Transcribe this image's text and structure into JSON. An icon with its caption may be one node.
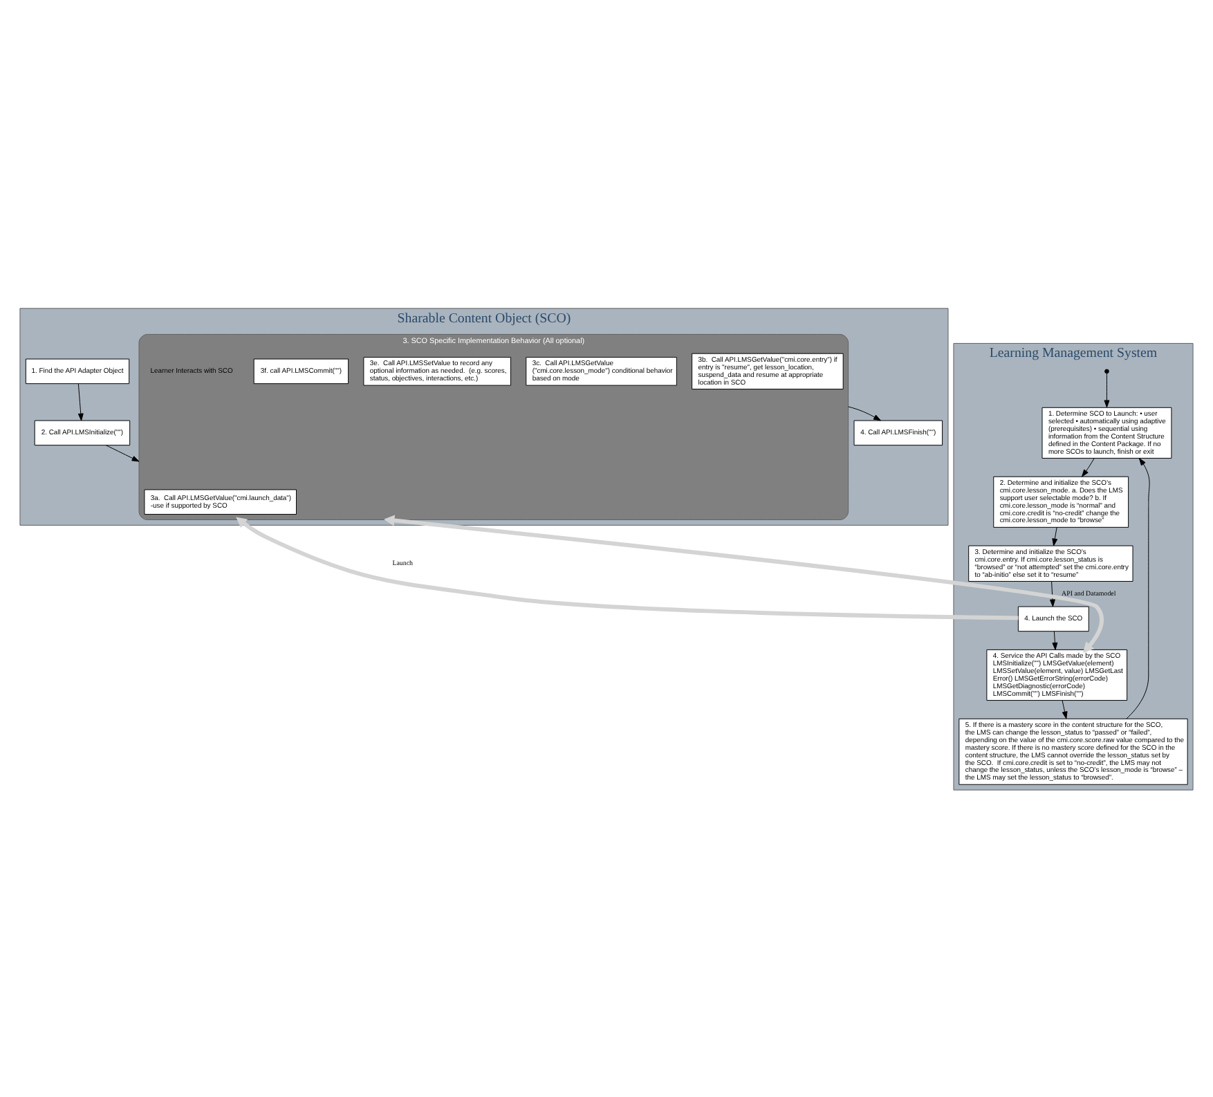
{
  "diagram": {
    "nodes": [
      {
        "text": [
          "Learning Management System"
        ]
      },
      {
        "text": [
          "1. Determine SCO to Launch: • user selected • automatically using adaptive (prerequisites) • sequential using information from the Content Structure defined in the Content Package. If no more SCOs to launch, finish or exit"
        ],
        "in": 0
      },
      {
        "text": [
          "2. Determine and initialize the SCO’s cmi.core.lesson_mode. a. Does the LMS support user selectable mode? b. If cmi.core.lesson_mode is “normal” and cmi.core.credit is “no-credit” change the cmi.core.lesson_mode to “browse”"
        ],
        "in": 0
      },
      {
        "text": [
          "3. Determine and initialize the SCO’s cmi.core.entry. If cmi.core.lesson_status is “browsed” or “not attempted” set the cmi.core.entry to “ab-initio” else set it to “resume”"
        ],
        "in": 0
      },
      {
        "text": [
          "4. Launch the SCO"
        ],
        "in": 0
      },
      {
        "text": [
          "4. Service the API Calls made by the SCO LMSInitialize(\"\") LMSGetValue(element) LMSSetValue(element, value) LMSGetLast Error() LMSGetErrorString(errorCode) LMSGetDiagnostic(errorCode) LMSCommit(\"\") LMSFinish(\"\")"
        ],
        "in": 0
      },
      {
        "text": [
          "5. If there is a mastery score in the content structure for the SCO, the LMS can change the lesson_status to “passed” or “failed”, depending on the value of the cmi.core.score.raw value compared to the mastery score. If there is no mastery score defined for the SCO in the content structure, the LMS cannot override the lesson_status set by the SCO.  If cmi.core.credit is set to “no-credit”, the LMS may not change the lesson_status, unless the SCO’s lesson_mode is “browse” – the LMS may set the lesson_status to “browsed”."
        ],
        "in": 0
      },
      {
        "text": [
          "Sharable Content Object (SCO)"
        ]
      },
      {
        "text": [
          "1. Find the API Adapter Object"
        ],
        "in": 7
      },
      {
        "text": [
          "2. Call API.LMSInitialize(\"\")"
        ],
        "in": 7
      },
      {
        "text": [
          "3. SCO Specific Implementation Behavior (All optional)"
        ],
        "in": 7
      },
      {
        "text": [
          "3a.  Call API.LMSGetValue(\"cmi.launch_data\") -use if supported by SCO"
        ],
        "in": 10
      },
      {
        "text": [
          "3b.  Call API.LMSGetValue(\"cmi.core.entry\") if entry is \"resume\", get lesson_location, suspend_data and resume at appropriate location in SCO"
        ],
        "in": 10
      },
      {
        "text": [
          "3c.  Call API.LMSGetValue (\"cmi.core.lesson_mode\") conditional behavior based on mode"
        ],
        "in": 10
      },
      {
        "text": [
          "3e.  Call API.LMSSetValue to record any optional information as needed.  (e.g. scores, status, objectives, interactions, etc.)"
        ],
        "in": 10
      },
      {
        "text": [
          "3f. call API.LMSCommit(\"\")"
        ],
        "in": 10
      },
      {
        "text": [
          "4. Call API.LMSFinish(\"\")"
        ],
        "in": 7
      },
      {
        "text": [],
        "shape": "circle",
        "in": 0
      }
    ],
    "edges": [
      {
        "from": 17,
        "to": 1,
        "arrow": "to"
      },
      {
        "from": 1,
        "to": 2,
        "arrow": "to"
      },
      {
        "from": 2,
        "to": 3,
        "arrow": "to"
      },
      {
        "from": 3,
        "to": 4,
        "arrow": "to"
      },
      {
        "from": 4,
        "to": 5,
        "arrow": "to"
      },
      {
        "from": 5,
        "to": 6,
        "arrow": "to"
      },
      {
        "from": 6,
        "to": 1,
        "arrow": "to"
      },
      {
        "from": 4,
        "to": 10,
        "arrow": "to",
        "label": "Launch",
        "style": "thick",
        "color": "#d4d4d4"
      },
      {
        "from": 5,
        "to": 10,
        "arrow": "both",
        "label": "API and Datamodel",
        "style": "thick",
        "color": "#d4d4d4"
      },
      {
        "from": 8,
        "to": 9,
        "arrow": "to"
      },
      {
        "from": 9,
        "to": 10,
        "arrow": "to"
      },
      {
        "from": 10,
        "to": 16,
        "arrow": "to"
      }
    ],
    "labels": [
      "Learner Interacts with SCO"
    ]
  }
}
